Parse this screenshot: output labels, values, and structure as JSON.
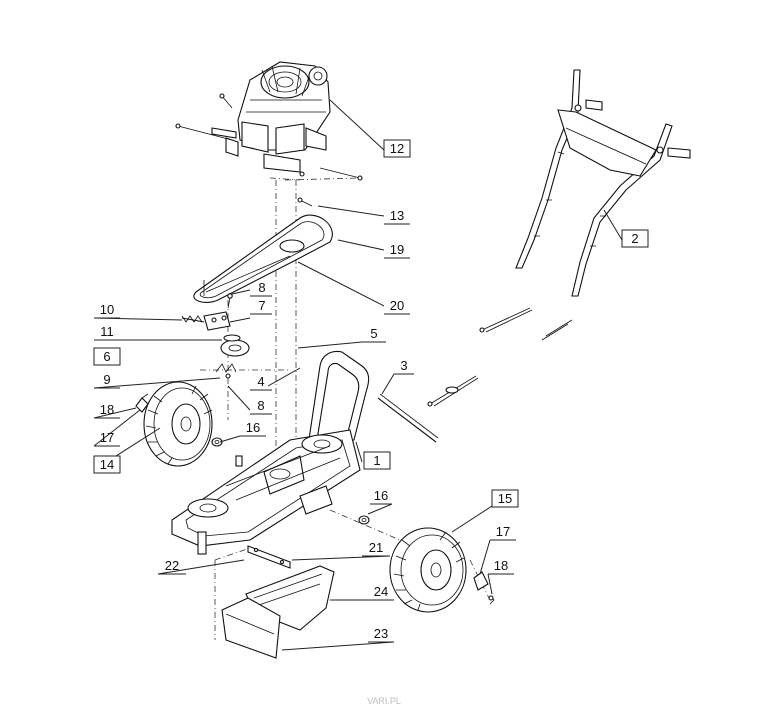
{
  "callouts": [
    {
      "id": "c1",
      "text": "1"
    },
    {
      "id": "c2",
      "text": "2"
    },
    {
      "id": "c3",
      "text": "3"
    },
    {
      "id": "c4",
      "text": "4"
    },
    {
      "id": "c5",
      "text": "5"
    },
    {
      "id": "c6",
      "text": "6"
    },
    {
      "id": "c7",
      "text": "7"
    },
    {
      "id": "c8a",
      "text": "8"
    },
    {
      "id": "c8b",
      "text": "8"
    },
    {
      "id": "c9",
      "text": "9"
    },
    {
      "id": "c10",
      "text": "10"
    },
    {
      "id": "c11",
      "text": "11"
    },
    {
      "id": "c12",
      "text": "12"
    },
    {
      "id": "c13",
      "text": "13"
    },
    {
      "id": "c14",
      "text": "14"
    },
    {
      "id": "c15",
      "text": "15"
    },
    {
      "id": "c16a",
      "text": "16"
    },
    {
      "id": "c16b",
      "text": "16"
    },
    {
      "id": "c17a",
      "text": "17"
    },
    {
      "id": "c17b",
      "text": "17"
    },
    {
      "id": "c18a",
      "text": "18"
    },
    {
      "id": "c18b",
      "text": "18"
    },
    {
      "id": "c19",
      "text": "19"
    },
    {
      "id": "c20",
      "text": "20"
    },
    {
      "id": "c21",
      "text": "21"
    },
    {
      "id": "c22",
      "text": "22"
    },
    {
      "id": "c23",
      "text": "23"
    },
    {
      "id": "c24",
      "text": "24"
    }
  ],
  "watermark": "VARI.PL"
}
